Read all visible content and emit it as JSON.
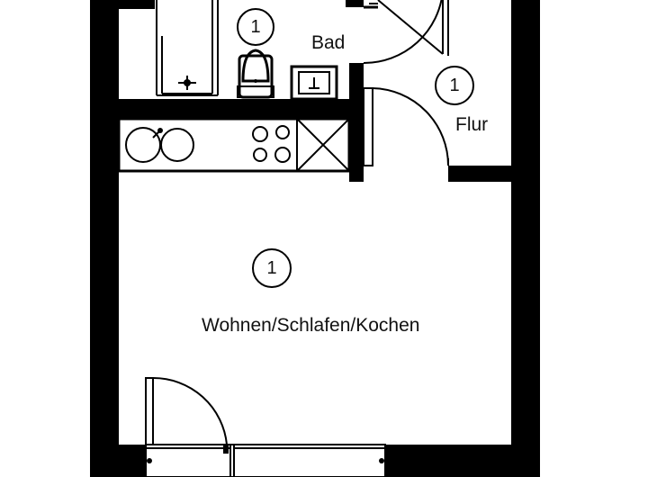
{
  "plan": {
    "rooms": [
      {
        "id": "bad",
        "name": "Bad",
        "number": "1"
      },
      {
        "id": "flur",
        "name": "Flur",
        "number": "1"
      },
      {
        "id": "wohnen",
        "name": "Wohnen/Schlafen/Kochen",
        "number": "1"
      }
    ],
    "colors": {
      "wall": "#000000",
      "background": "#ffffff",
      "text": "#111111"
    }
  }
}
